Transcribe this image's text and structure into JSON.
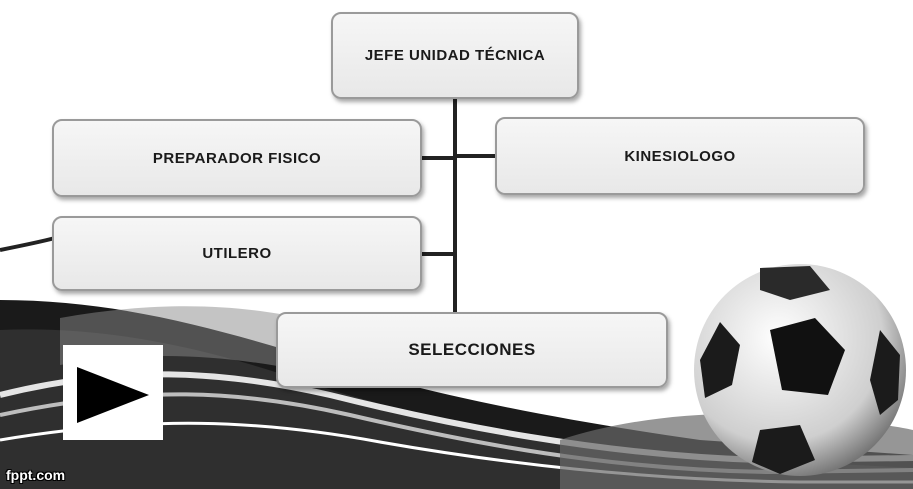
{
  "org_chart": {
    "top": "JEFE UNIDAD TÉCNICA",
    "left_1": "PREPARADOR FISICO",
    "right_1": "KINESIOLOGO",
    "left_2": "UTILERO",
    "bottom": "SELECCIONES"
  },
  "footer": {
    "watermark": "fppt.com"
  },
  "icons": {
    "play": "play-icon",
    "ball": "soccer-ball-icon"
  },
  "colors": {
    "background": "#ffffff",
    "wave_dark": "#111111",
    "box_fill": "#efefef",
    "connector": "#222222"
  }
}
